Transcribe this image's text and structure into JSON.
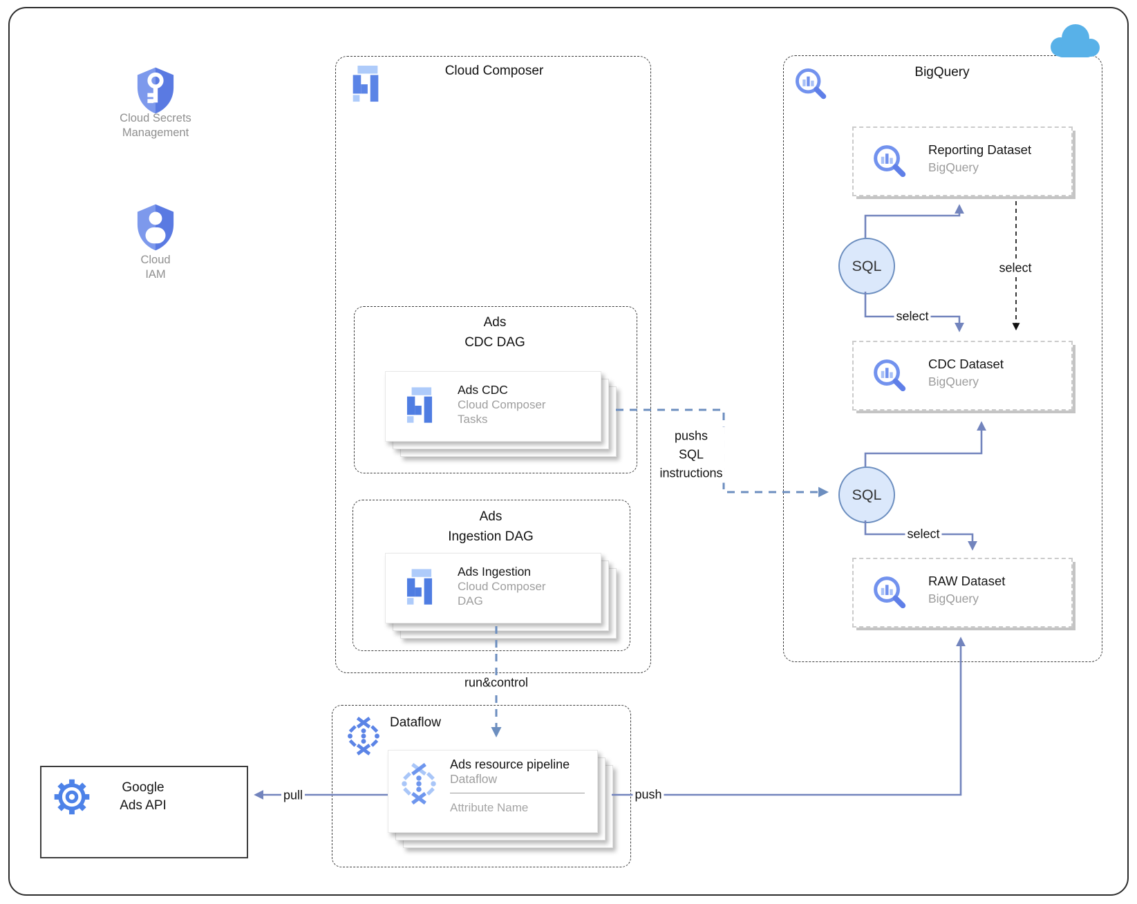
{
  "secrets": {
    "line1": "Cloud Secrets",
    "line2": "Management"
  },
  "iam": {
    "line1": "Cloud",
    "line2": "IAM"
  },
  "composer": {
    "title": "Cloud Composer",
    "cdc_dag": {
      "line1": "Ads",
      "line2": "CDC DAG",
      "card_title": "Ads CDC",
      "card_sub1": "Cloud Composer",
      "card_sub2": "Tasks"
    },
    "ingestion_dag": {
      "line1": "Ads",
      "line2": "Ingestion DAG",
      "card_title": "Ads Ingestion",
      "card_sub1": "Cloud Composer",
      "card_sub2": "DAG"
    }
  },
  "bigquery": {
    "title": "BigQuery",
    "datasets": [
      {
        "title": "Reporting Dataset",
        "subtitle": "BigQuery"
      },
      {
        "title": "CDC Dataset",
        "subtitle": "BigQuery"
      },
      {
        "title": "RAW Dataset",
        "subtitle": "BigQuery"
      }
    ],
    "sql_node1": "SQL",
    "sql_node2": "SQL"
  },
  "dataflow": {
    "title": "Dataflow",
    "card_title": "Ads resource pipeline",
    "card_subtitle": "Dataflow",
    "card_attribute": "Attribute Name"
  },
  "google_ads_api": {
    "line1": "Google",
    "line2": "Ads API"
  },
  "labels": {
    "select_sql1_cdc": "select",
    "select_reporting_cdc": "select",
    "select_sql2_raw": "select",
    "push_sql_line1": "pushs",
    "push_sql_line2": "SQL",
    "push_sql_line3": "instructions",
    "run_control": "run&control",
    "push": "push",
    "pull": "pull"
  },
  "colors": {
    "arrow_blue": "#7284bd",
    "dashed_arrow_blue": "#6c8ebf",
    "sql_fill": "#dbe8fb",
    "sql_stroke": "#6c8ebf",
    "icon_blue": "#5b84e6",
    "icon_light_blue": "#aecbfa",
    "cloud_blue": "#58b1e8",
    "shield_light": "#7d99ec",
    "shield_dark": "#5a7ae2"
  }
}
